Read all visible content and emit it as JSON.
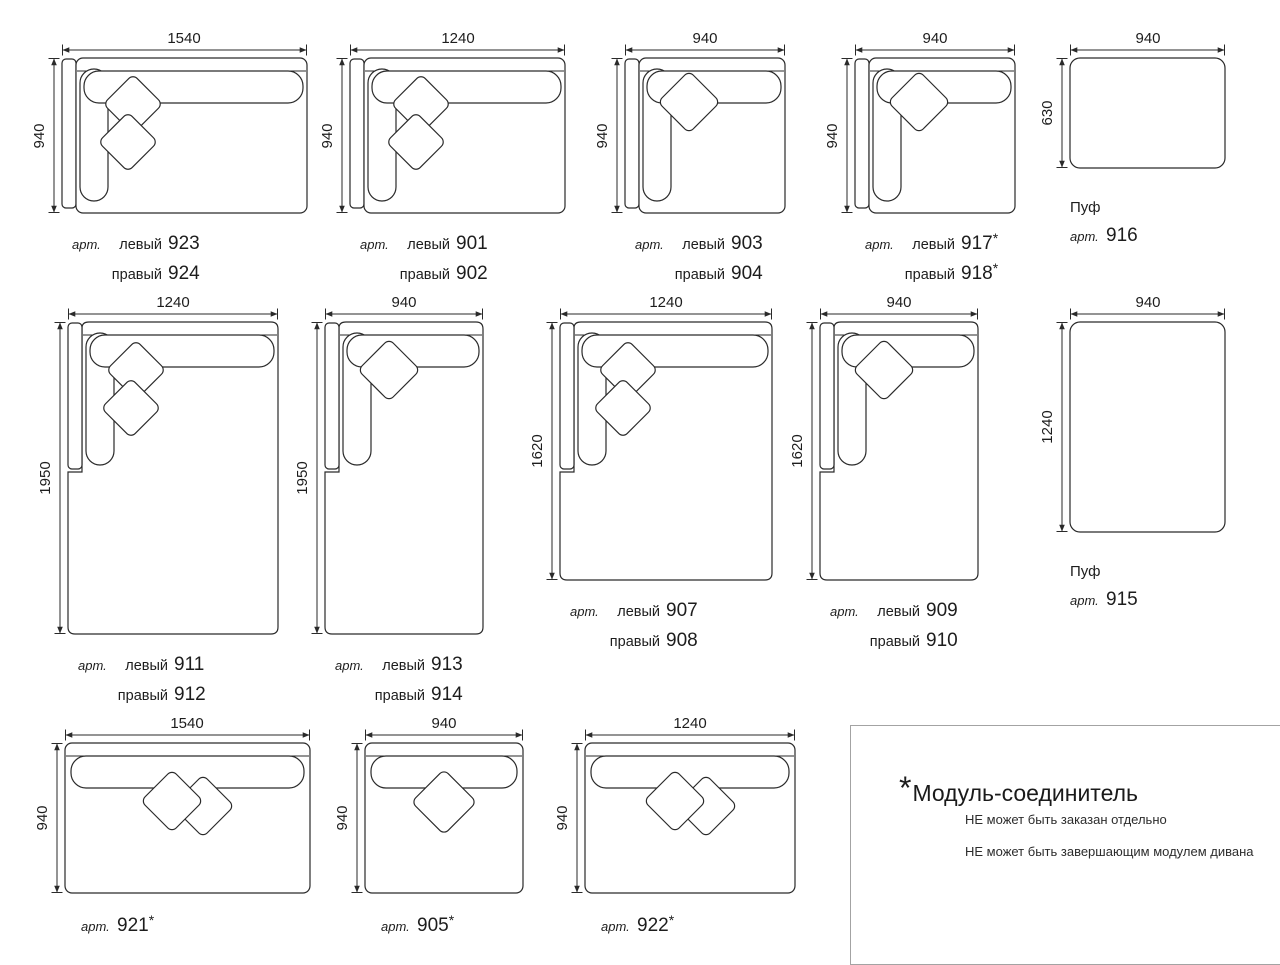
{
  "legend": {
    "star": "*",
    "title": "Модуль-соединитель",
    "note1": "НЕ может быть заказан отдельно",
    "note2": "НЕ может быть завершающим модулем дивана"
  },
  "modules": [
    {
      "top_dim": "1540",
      "side_dim": "940",
      "art_label": "арт.",
      "left_label": "левый",
      "left_num": "923",
      "left_star": "",
      "right_label": "правый",
      "right_num": "924",
      "right_star": ""
    },
    {
      "top_dim": "1240",
      "side_dim": "940",
      "art_label": "арт.",
      "left_label": "левый",
      "left_num": "901",
      "left_star": "",
      "right_label": "правый",
      "right_num": "902",
      "right_star": ""
    },
    {
      "top_dim": "940",
      "side_dim": "940",
      "art_label": "арт.",
      "left_label": "левый",
      "left_num": "903",
      "left_star": "",
      "right_label": "правый",
      "right_num": "904",
      "right_star": ""
    },
    {
      "top_dim": "940",
      "side_dim": "940",
      "art_label": "арт.",
      "left_label": "левый",
      "left_num": "917",
      "left_star": "*",
      "right_label": "правый",
      "right_num": "918",
      "right_star": "*"
    },
    {
      "top_dim": "940",
      "side_dim": "630",
      "name": "Пуф",
      "art_label": "арт.",
      "num": "916",
      "star": ""
    },
    {
      "top_dim": "1240",
      "side_dim": "1950",
      "art_label": "арт.",
      "left_label": "левый",
      "left_num": "911",
      "left_star": "",
      "right_label": "правый",
      "right_num": "912",
      "right_star": ""
    },
    {
      "top_dim": "940",
      "side_dim": "1950",
      "art_label": "арт.",
      "left_label": "левый",
      "left_num": "913",
      "left_star": "",
      "right_label": "правый",
      "right_num": "914",
      "right_star": ""
    },
    {
      "top_dim": "1240",
      "side_dim": "1620",
      "art_label": "арт.",
      "left_label": "левый",
      "left_num": "907",
      "left_star": "",
      "right_label": "правый",
      "right_num": "908",
      "right_star": ""
    },
    {
      "top_dim": "940",
      "side_dim": "1620",
      "art_label": "арт.",
      "left_label": "левый",
      "left_num": "909",
      "left_star": "",
      "right_label": "правый",
      "right_num": "910",
      "right_star": ""
    },
    {
      "top_dim": "940",
      "side_dim": "1240",
      "name": "Пуф",
      "art_label": "арт.",
      "num": "915",
      "star": ""
    },
    {
      "top_dim": "1540",
      "side_dim": "940",
      "art_label": "арт.",
      "num": "921",
      "star": "*"
    },
    {
      "top_dim": "940",
      "side_dim": "940",
      "art_label": "арт.",
      "num": "905",
      "star": "*"
    },
    {
      "top_dim": "1240",
      "side_dim": "940",
      "art_label": "арт.",
      "num": "922",
      "star": "*"
    }
  ]
}
